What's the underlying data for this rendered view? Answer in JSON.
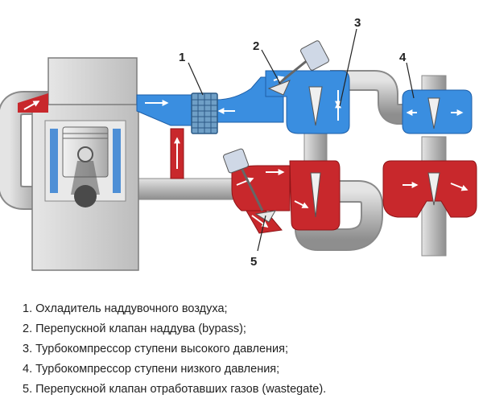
{
  "diagram": {
    "callouts": [
      "1",
      "2",
      "3",
      "4",
      "5"
    ],
    "colors": {
      "hot_gas": "#c8282c",
      "hot_gas_dark": "#8f1518",
      "cool_air": "#3a8ee0",
      "cool_air_dark": "#1e5fa8",
      "pipe": "#b9b9b9",
      "pipe_dark": "#8a8a8a",
      "engine_block": "#cfcfcf",
      "intercooler": "#6f9fc6"
    }
  },
  "legend": {
    "items": [
      "1. Охладитель наддувочного воздуха;",
      "2. Перепускной клапан наддува (bypass);",
      "3. Турбокомпрессор ступени высокого давления;",
      "4. Турбокомпрессор ступени низкого давления;",
      "5. Перепускной клапан отработавших газов (wastegate)."
    ]
  }
}
